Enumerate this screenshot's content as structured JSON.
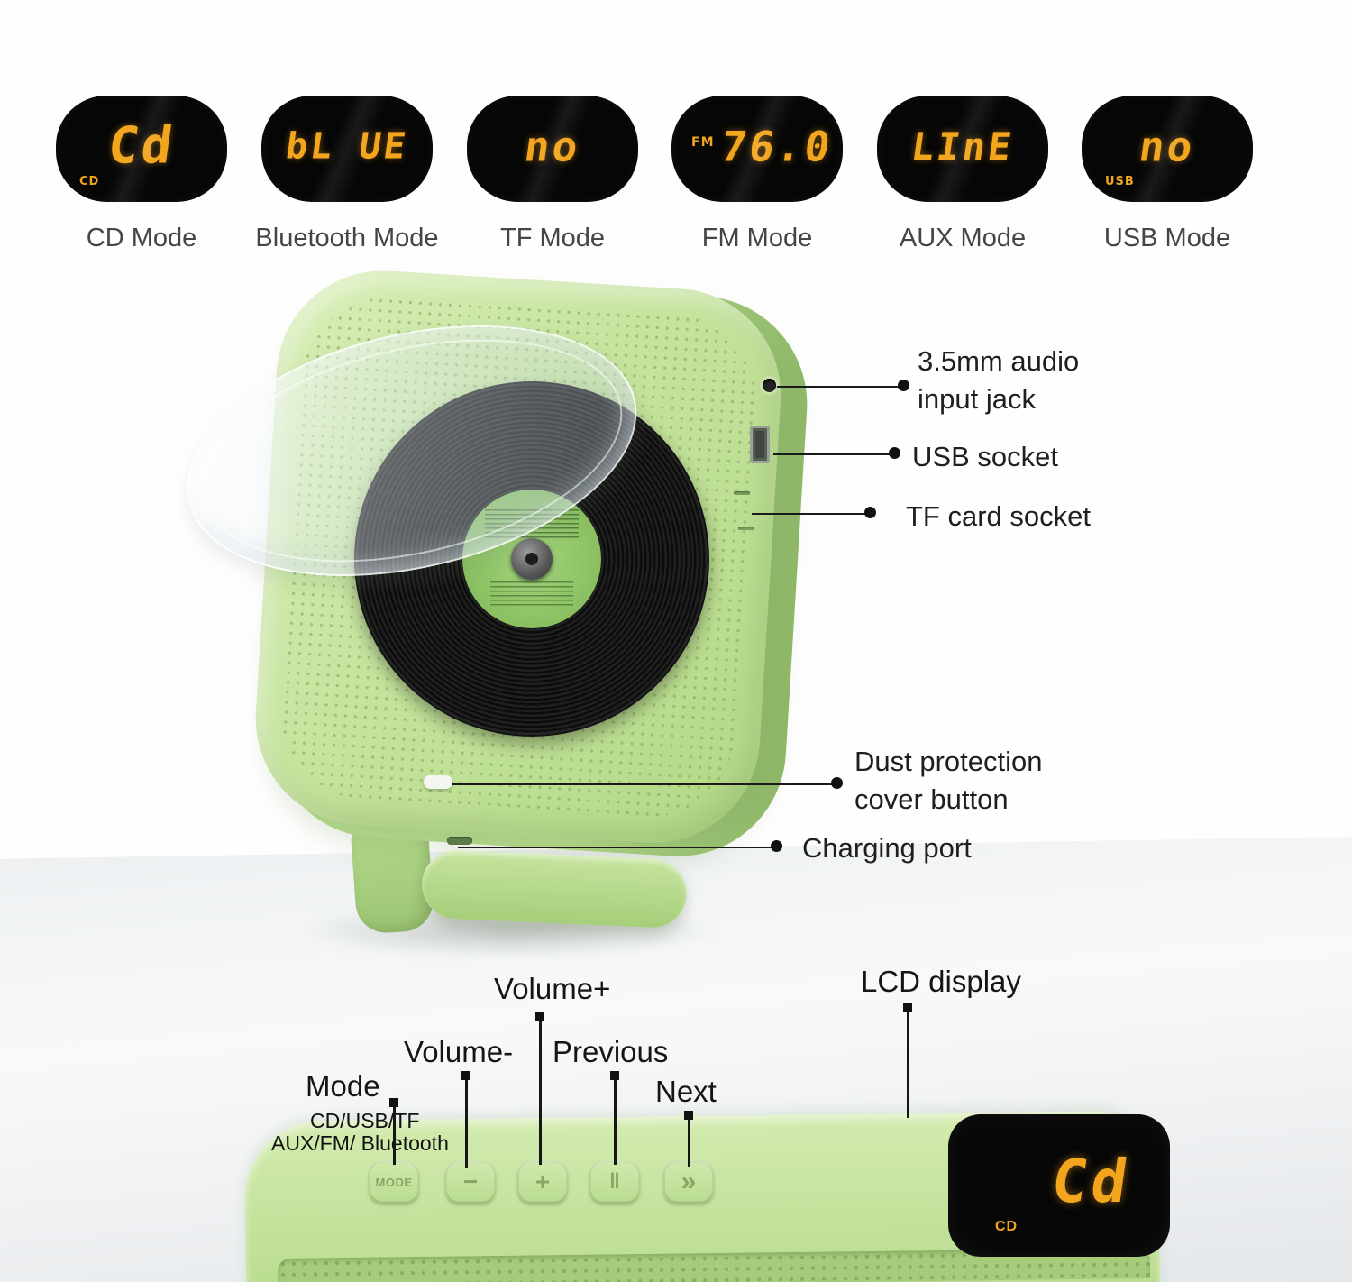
{
  "modes": [
    {
      "display": "Cd",
      "tag": "CD",
      "label": "CD Mode"
    },
    {
      "display": "bL UE",
      "tag": "",
      "label": "Bluetooth Mode"
    },
    {
      "display": "no",
      "tag": "",
      "label": "TF Mode"
    },
    {
      "display": "76.0",
      "tag": "FM",
      "label": "FM Mode"
    },
    {
      "display": "LInE",
      "tag": "",
      "label": "AUX Mode"
    },
    {
      "display": "no",
      "tag": "USB",
      "label": "USB Mode"
    }
  ],
  "side_callouts": [
    {
      "line1": "3.5mm audio",
      "line2": "input jack"
    },
    {
      "line1": "USB socket",
      "line2": ""
    },
    {
      "line1": "TF card socket",
      "line2": ""
    },
    {
      "line1": "Dust protection",
      "line2": "cover button"
    },
    {
      "line1": "Charging port",
      "line2": ""
    }
  ],
  "bottom_callouts": {
    "lcd": "LCD display",
    "volume_plus": "Volume+",
    "volume_minus": "Volume-",
    "previous": "Previous",
    "next": "Next",
    "mode": "Mode",
    "mode_sub1": "CD/USB/TF",
    "mode_sub2": "AUX/FM/ Bluetooth"
  },
  "closeup": {
    "buttons": [
      {
        "name": "mode",
        "glyph": "MODE"
      },
      {
        "name": "volume-minus",
        "glyph": "−"
      },
      {
        "name": "volume-plus",
        "glyph": "+"
      },
      {
        "name": "previous",
        "glyph": "‖"
      },
      {
        "name": "next",
        "glyph": "»"
      }
    ],
    "lcd_display": "Cd",
    "lcd_tag": "CD"
  },
  "colors": {
    "body_green": "#c5e49d",
    "led_amber": "#f2a51d",
    "lcd_black": "#070707"
  }
}
